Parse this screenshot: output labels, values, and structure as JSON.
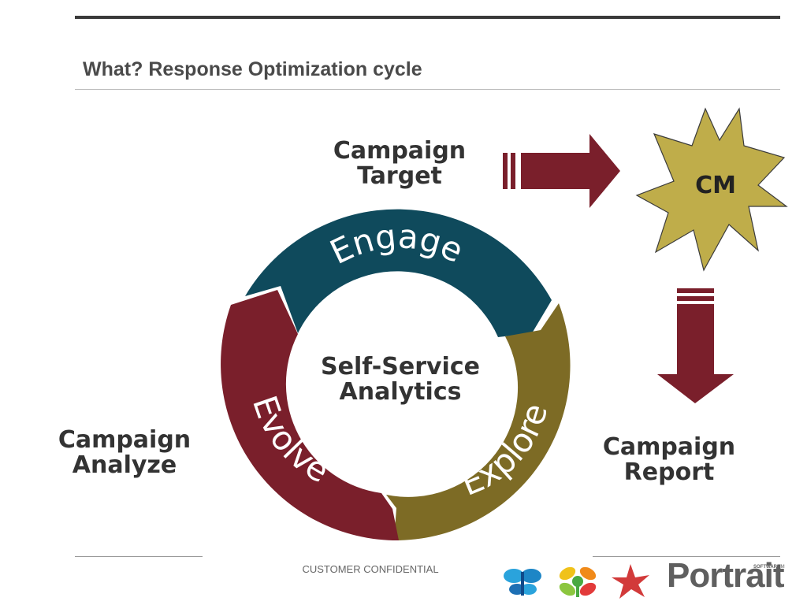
{
  "slide": {
    "title": "What? Response Optimization cycle",
    "footer": "CUSTOMER CONFIDENTIAL"
  },
  "cycle": {
    "center_line1": "Self-Service",
    "center_line2": "Analytics",
    "segments": [
      {
        "label": "Engage",
        "color": "#0f4a5c"
      },
      {
        "label": "Explore",
        "color": "#7d6b25"
      },
      {
        "label": "Evolve",
        "color": "#7a1f2b"
      }
    ]
  },
  "labels": {
    "target_line1": "Campaign",
    "target_line2": "Target",
    "analyze_line1": "Campaign",
    "analyze_line2": "Analyze",
    "report_line1": "Campaign",
    "report_line2": "Report"
  },
  "starburst": {
    "label": "CM",
    "color": "#bfad4a"
  },
  "arrows": {
    "color": "#7a1f2b"
  },
  "logo": {
    "word": "Portrait",
    "small": "SOFTWARE",
    "tm": "TM",
    "icons": [
      "butterfly-icon",
      "flower-icon",
      "starfish-icon"
    ]
  }
}
